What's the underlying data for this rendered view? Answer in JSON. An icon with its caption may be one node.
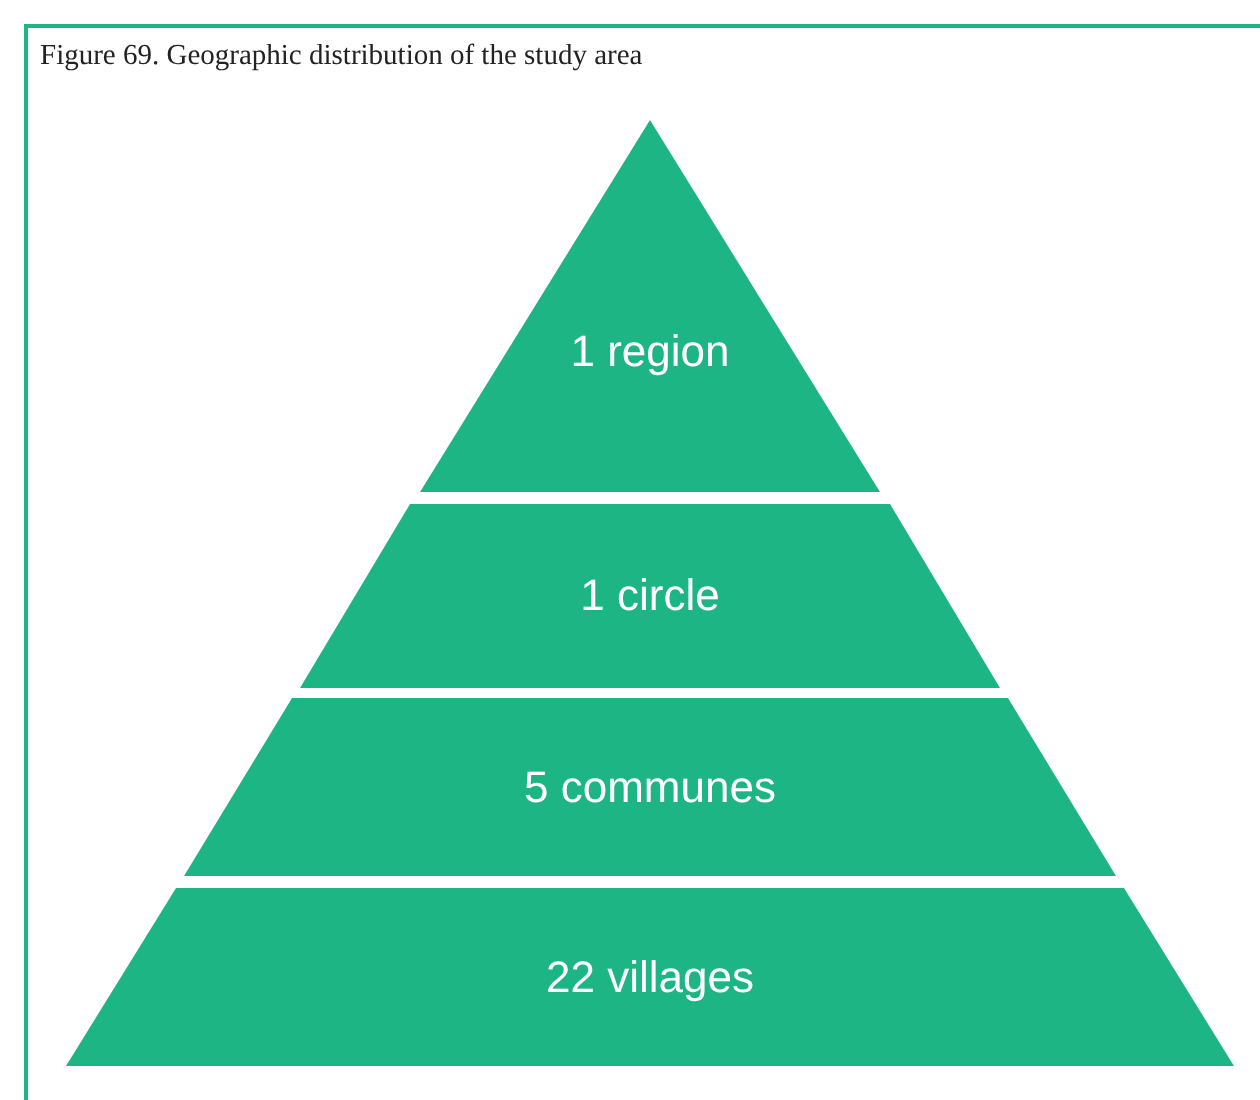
{
  "diagram": {
    "title": "Figure 69. Geographic distribution of the study area",
    "nodes": [
      {
        "text": [
          "1 region"
        ]
      },
      {
        "text": [
          "1 circle"
        ]
      },
      {
        "text": [
          "5 communes"
        ]
      },
      {
        "text": [
          "22 villages"
        ]
      }
    ]
  }
}
